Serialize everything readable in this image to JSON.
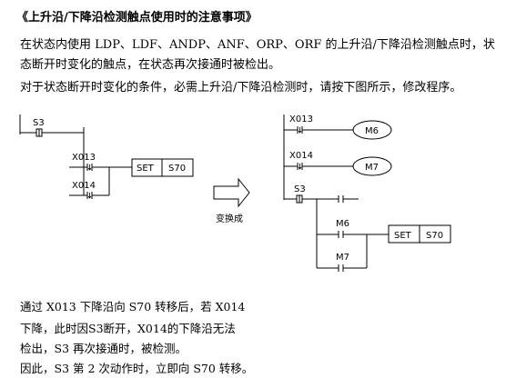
{
  "text": {
    "title": "《上升沿/下降沿检测触点使用时的注意事项》",
    "para1_line1": "在状态内使用 LDP、LDF、ANDP、ANF、ORP、ORF 的上升沿/下降沿检测触点时，状",
    "para1_line2": "态断开时变化的触点，在状态再次接通时被检出。",
    "para2_line1": "对于状态断开时变化的条件，必需上升沿/下降沿检测时，请按下图所示，修改程序。",
    "foot1": "通过 X013 下降沿向 S70 转移后，若 X014",
    "foot2": "下降，此时因S3断开，X014的下降沿无法",
    "foot3": "检出，S3 再次接通时，被检测。",
    "foot4": "因此，S3 第 2 次动作时，立即向 S70 转移。"
  },
  "left_diagram": {
    "s3": "S3",
    "x013": "X013",
    "x014": "X014",
    "set": "SET",
    "s70": "S70"
  },
  "arrow_label": "变换成",
  "right_diagram": {
    "x013": "X013",
    "m6": "M6",
    "x014": "X014",
    "m7": "M7",
    "s3": "S3",
    "m6_contact": "M6",
    "m7_contact": "M7",
    "set": "SET",
    "s70": "S70"
  }
}
